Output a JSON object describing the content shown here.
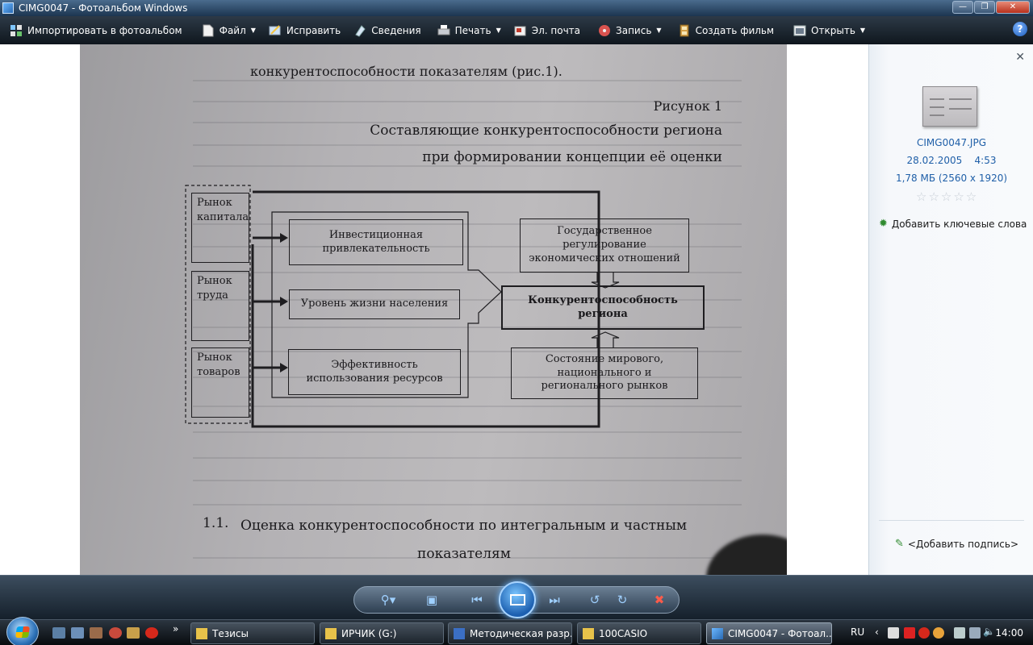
{
  "window": {
    "title": "CIMG0047 - Фотоальбом Windows"
  },
  "toolbar": {
    "items": [
      {
        "label": "Импортировать в фотоальбом",
        "icon": "import-icon"
      },
      {
        "label": "Файл",
        "icon": "file-icon",
        "dropdown": true
      },
      {
        "label": "Исправить",
        "icon": "fix-icon"
      },
      {
        "label": "Сведения",
        "icon": "info-icon"
      },
      {
        "label": "Печать",
        "icon": "print-icon",
        "dropdown": true
      },
      {
        "label": "Эл. почта",
        "icon": "email-icon"
      },
      {
        "label": "Запись",
        "icon": "burn-icon",
        "dropdown": true
      },
      {
        "label": "Создать фильм",
        "icon": "movie-icon"
      },
      {
        "label": "Открыть",
        "icon": "open-icon",
        "dropdown": true
      }
    ],
    "help": "?"
  },
  "photo": {
    "top_line": "конкурентоспособности показателям (рис.1).",
    "figure_label": "Рисунок 1",
    "caption1": "Составляющие конкурентоспособности региона",
    "caption2": "при формировании концепции её оценки",
    "markets": [
      "Рынок капитала",
      "Рынок труда",
      "Рынок товаров"
    ],
    "factors": [
      "Инвестиционная привлекательность",
      "Уровень жизни населения",
      "Эффективность использования ресурсов"
    ],
    "state": "Государственное регулирование экономических отношений",
    "center": "Конкурентоспособность региона",
    "world": "Состояние мирового, национального и регионального рынков",
    "section_num": "1.1.",
    "section_title1": "Оценка конкурентоспособности по интегральным и частным",
    "section_title2": "показателям"
  },
  "panel": {
    "filename": "CIMG0047.JPG",
    "date": "28.02.2005",
    "time": "4:53",
    "size": "1,78 МБ (2560 x 1920)",
    "rating": 0,
    "add_keywords": "Добавить ключевые слова",
    "add_caption": "<Добавить подпись>"
  },
  "taskbar": {
    "tasks": [
      {
        "label": "Тезисы"
      },
      {
        "label": "ИРЧИК (G:)"
      },
      {
        "label": "Методическая разр..."
      },
      {
        "label": "100CASIO"
      },
      {
        "label": "CIMG0047 - Фотоал..."
      }
    ],
    "lang": "RU",
    "clock": "14:00"
  },
  "colors": {
    "accent": "#1f5fa8",
    "titlebar": "#1c3550",
    "toolbar": "#0f161d"
  }
}
